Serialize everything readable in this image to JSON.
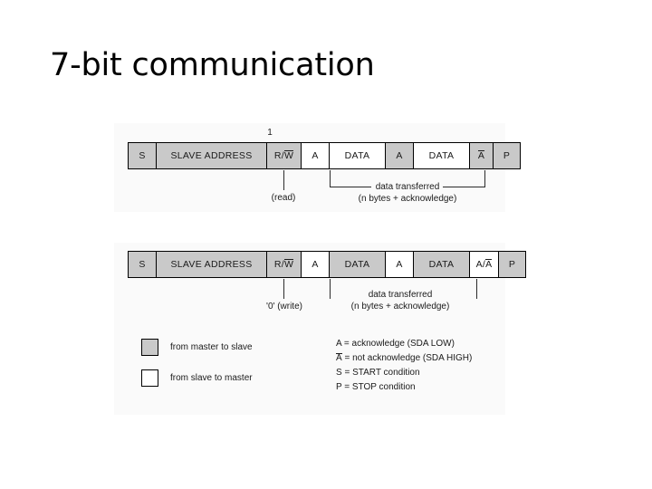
{
  "slide": {
    "title": "7-bit communication"
  },
  "read_frame": {
    "bit_label": "1",
    "cells": [
      {
        "label": "S",
        "fill": "grey",
        "width": 31
      },
      {
        "label": "SLAVE ADDRESS",
        "fill": "grey",
        "width": 122
      },
      {
        "label": "R/W",
        "overline": "W",
        "fill": "grey",
        "width": 38
      },
      {
        "label": "A",
        "fill": "white",
        "width": 31
      },
      {
        "label": "DATA",
        "fill": "white",
        "width": 62
      },
      {
        "label": "A",
        "fill": "grey",
        "width": 31
      },
      {
        "label": "DATA",
        "fill": "white",
        "width": 62
      },
      {
        "label": "A",
        "overline": "A",
        "fill": "grey",
        "width": 26
      },
      {
        "label": "P",
        "fill": "grey",
        "width": 29
      }
    ],
    "note_mode": "(read)",
    "note_transfer_line1": "data transferred",
    "note_transfer_line2": "(n bytes + acknowledge)"
  },
  "write_frame": {
    "cells": [
      {
        "label": "S",
        "fill": "grey",
        "width": 31
      },
      {
        "label": "SLAVE ADDRESS",
        "fill": "grey",
        "width": 122
      },
      {
        "label": "R/W",
        "overline": "W",
        "fill": "grey",
        "width": 38
      },
      {
        "label": "A",
        "fill": "white",
        "width": 31
      },
      {
        "label": "DATA",
        "fill": "grey",
        "width": 62
      },
      {
        "label": "A",
        "fill": "white",
        "width": 31
      },
      {
        "label": "DATA",
        "fill": "grey",
        "width": 62
      },
      {
        "label": "A/A",
        "overline": "A",
        "fill": "white",
        "width": 32
      },
      {
        "label": "P",
        "fill": "grey",
        "width": 29
      }
    ],
    "note_mode": "'0' (write)",
    "note_transfer_line1": "data transferred",
    "note_transfer_line2": "(n bytes + acknowledge)"
  },
  "legend": {
    "items": [
      {
        "fill": "grey",
        "label": "from master to slave"
      },
      {
        "fill": "white",
        "label": "from slave to master"
      }
    ],
    "definitions": [
      {
        "symbol": "A",
        "overline": false,
        "text": "= acknowledge (SDA LOW)"
      },
      {
        "symbol": "A",
        "overline": true,
        "text": "= not acknowledge (SDA HIGH)"
      },
      {
        "symbol": "S",
        "overline": false,
        "text": "= START condition"
      },
      {
        "symbol": "P",
        "overline": false,
        "text": "= STOP condition"
      }
    ]
  }
}
